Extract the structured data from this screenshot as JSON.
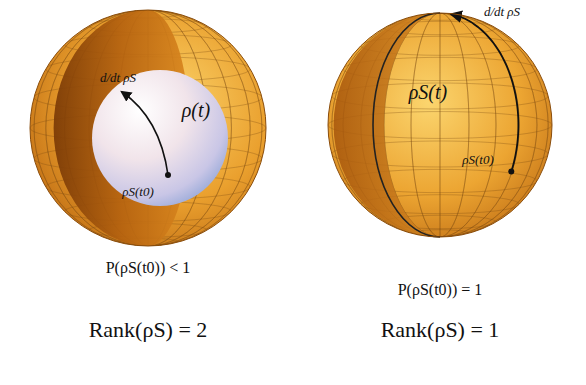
{
  "diagram": {
    "labels": [
      "d/dt ρS",
      "ρ(t)",
      "ρS(t0)",
      "P(ρS(t0)) < 1",
      "Rank(ρS) = 2",
      "d/dt ρS",
      "ρS(t)",
      "ρS(t0)",
      "P(ρS(t0)) = 1",
      "Rank(ρS) = 1"
    ]
  }
}
